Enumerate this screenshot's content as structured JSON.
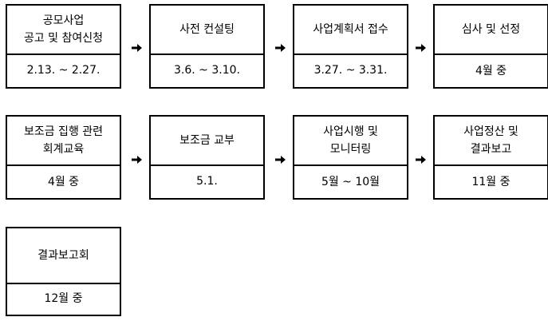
{
  "steps": [
    {
      "title_lines": [
        "공모사업",
        "공고 및 참여신청"
      ],
      "period": "2.13. ~ 2.27."
    },
    {
      "title_lines": [
        "사전 컨설팅"
      ],
      "period": "3.6. ~ 3.10."
    },
    {
      "title_lines": [
        "사업계획서 접수"
      ],
      "period": "3.27. ~ 3.31."
    },
    {
      "title_lines": [
        "심사 및 선정"
      ],
      "period": "4월 중"
    },
    {
      "title_lines": [
        "보조금 집행 관련",
        "회계교육"
      ],
      "period": "4월 중"
    },
    {
      "title_lines": [
        "보조금 교부"
      ],
      "period": "5.1."
    },
    {
      "title_lines": [
        "사업시행 및",
        "모니터링"
      ],
      "period": "5월 ~ 10월"
    },
    {
      "title_lines": [
        "사업정산 및",
        "결과보고"
      ],
      "period": "11월 중"
    },
    {
      "title_lines": [
        "결과보고회"
      ],
      "period": "12월 중"
    }
  ]
}
